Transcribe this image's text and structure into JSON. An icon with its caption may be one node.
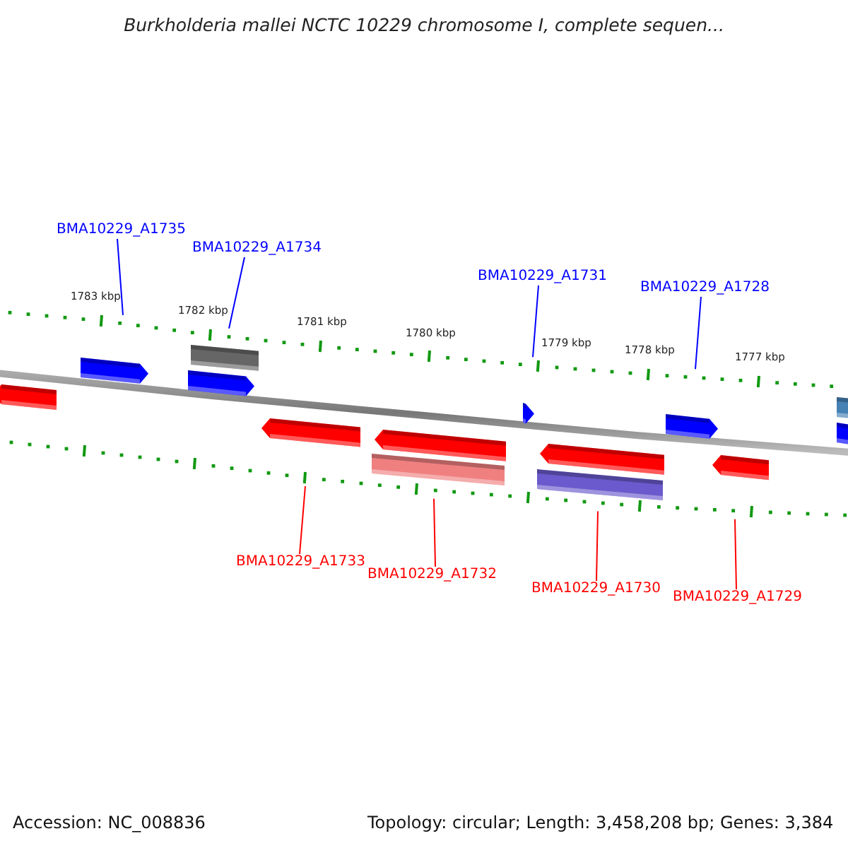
{
  "diagram": {
    "title": "Burkholderia mallei NCTC 10229 chromosome I, complete sequen...",
    "nodes": [
      {
        "text": [
          "BMA10229_A1735"
        ]
      },
      {
        "text": [
          "BMA10229_A1734"
        ]
      },
      {
        "text": [
          "BMA10229_A1731"
        ]
      },
      {
        "text": [
          "BMA10229_A1728"
        ]
      },
      {
        "text": [
          "BMA10229_A1733"
        ]
      },
      {
        "text": [
          "BMA10229_A1732"
        ]
      },
      {
        "text": [
          "BMA10229_A1730"
        ]
      },
      {
        "text": [
          "BMA10229_A1729"
        ]
      },
      {
        "text": [],
        "shape": "band"
      },
      {
        "text": [],
        "shape": "band"
      }
    ],
    "edges": [
      {
        "from": 0,
        "to": 8,
        "arrow": "none"
      },
      {
        "from": 1,
        "to": 8,
        "arrow": "none"
      },
      {
        "from": 2,
        "to": 8,
        "arrow": "none"
      },
      {
        "from": 3,
        "to": 8,
        "arrow": "none"
      },
      {
        "from": 4,
        "to": 9,
        "arrow": "none",
        "color": "#ff0000"
      },
      {
        "from": 5,
        "to": 9,
        "arrow": "none",
        "color": "#ff0000"
      },
      {
        "from": 6,
        "to": 9,
        "arrow": "none",
        "color": "#ff0000"
      },
      {
        "from": 7,
        "to": 9,
        "arrow": "none",
        "color": "#ff0000"
      }
    ],
    "labels": [
      "1783 kbp",
      "1782 kbp",
      "1781 kbp",
      "1780 kbp",
      "1779 kbp",
      "1778 kbp",
      "1777 kbp",
      "Accession: NC_008836",
      "Topology: circular; Length: 3,458,208 bp; Genes: 3,384"
    ]
  }
}
